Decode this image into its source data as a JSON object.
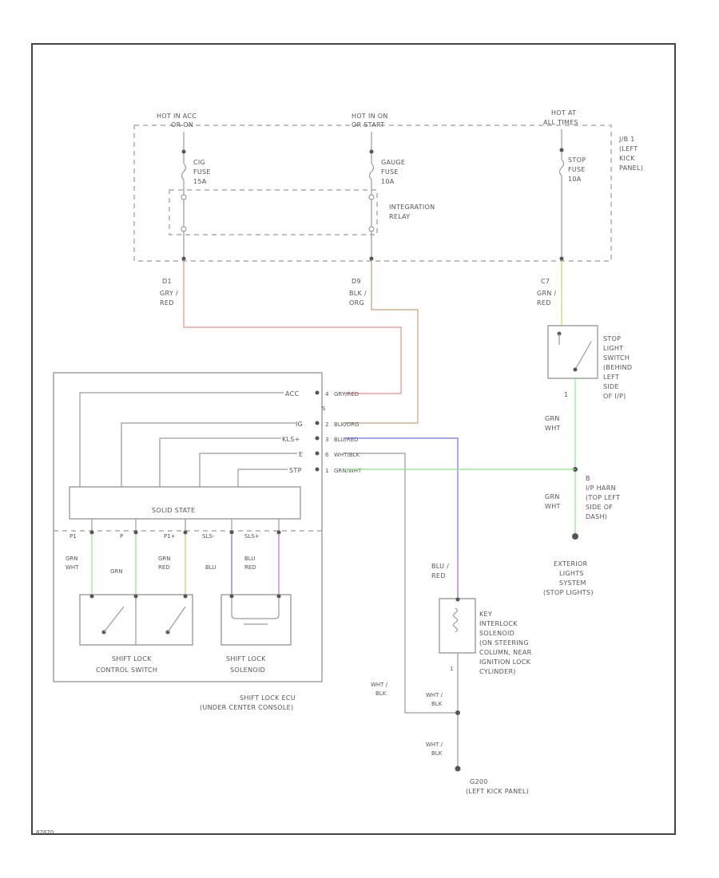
{
  "diagram_id": "87870",
  "power": [
    {
      "hot": "HOT IN ACC",
      "hot2": "OR ON",
      "fuse": [
        "CIG",
        "FUSE",
        "15A"
      ],
      "pin": "D1",
      "wire": [
        "GRY /",
        "RED"
      ]
    },
    {
      "hot": "HOT IN ON",
      "hot2": "OR START",
      "fuse": [
        "GAUGE",
        "FUSE",
        "10A"
      ],
      "pin": "D9",
      "wire": [
        "BLK /",
        "ORG"
      ]
    },
    {
      "hot": "HOT AT",
      "hot2": "ALL TIMES",
      "fuse": [
        "STOP",
        "FUSE",
        "10A"
      ],
      "pin": "C7",
      "wire": [
        "GRN /",
        "RED"
      ]
    }
  ],
  "junction_block": [
    "J/B 1",
    "(LEFT",
    "KICK",
    "PANEL)"
  ],
  "relay": [
    "INTEGRATION",
    "RELAY"
  ],
  "stop_switch": {
    "label": [
      "STOP",
      "LIGHT",
      "SWITCH",
      "(BEHIND",
      "LEFT",
      "SIDE",
      "OF I/P)"
    ],
    "pin": "1",
    "wire": [
      "GRN",
      "WHT"
    ]
  },
  "splice": {
    "pin": "B",
    "label": [
      "I/P HARN",
      "(TOP LEFT",
      "SIDE OF",
      "DASH)"
    ],
    "wire": [
      "GRN",
      "WHT"
    ]
  },
  "exterior": [
    "EXTERIOR",
    "LIGHTS",
    "SYSTEM",
    "(STOP LIGHTS)"
  ],
  "ecu_pins": [
    {
      "name": "ACC",
      "num": "4",
      "wire": "GRY/RED"
    },
    {
      "name": "IG",
      "num": "2",
      "wire": "BLK/ORG"
    },
    {
      "name": "KLS+",
      "num": "3",
      "wire": "BLU/RED"
    },
    {
      "name": "E",
      "num": "6",
      "wire": "WHT/BLK"
    },
    {
      "name": "STP",
      "num": "1",
      "wire": "GRN/WHT"
    }
  ],
  "connector_s": "S",
  "solid_state": "SOLID STATE",
  "internal_pins": [
    {
      "name": "P1",
      "wire": [
        "GRN",
        "WHT"
      ]
    },
    {
      "name": "P",
      "wire": [
        "GRN"
      ]
    },
    {
      "name": "P1+",
      "wire": [
        "GRN",
        "RED"
      ]
    },
    {
      "name": "SLS-",
      "wire": [
        "BLU"
      ]
    },
    {
      "name": "SLS+",
      "wire": [
        "BLU",
        "RED"
      ]
    }
  ],
  "control_switch": [
    "SHIFT LOCK",
    "CONTROL SWITCH"
  ],
  "solenoid": [
    "SHIFT LOCK",
    "SOLENOID"
  ],
  "ecu_name": [
    "SHIFT LOCK ECU",
    "(UNDER CENTER CONSOLE)"
  ],
  "key_interlock": {
    "wire": [
      "BLU /",
      "RED"
    ],
    "label": [
      "KEY",
      "INTERLOCK",
      "SOLENOID",
      "(ON STEERING",
      "COLUMN, NEAR",
      "IGNITION LOCK",
      "CYLINDER)"
    ],
    "pin": "1"
  },
  "ground_wires": [
    [
      "WHT /",
      "BLK"
    ],
    [
      "WHT /",
      "BLK"
    ],
    [
      "WHT /",
      "BLK"
    ]
  ],
  "ground": [
    "G200",
    "(LEFT KICK PANEL)"
  ],
  "colors": {
    "gry_red": "#f28c8c",
    "blk_org": "#c8a27a",
    "blu_red": "#c070d8",
    "blu": "#7070f0",
    "grn_wht": "#8ce88c",
    "grn_red": "#c8d860",
    "grn_red_int": "#e8b878",
    "wire": "#9a9a9a",
    "frame": "#444444"
  }
}
